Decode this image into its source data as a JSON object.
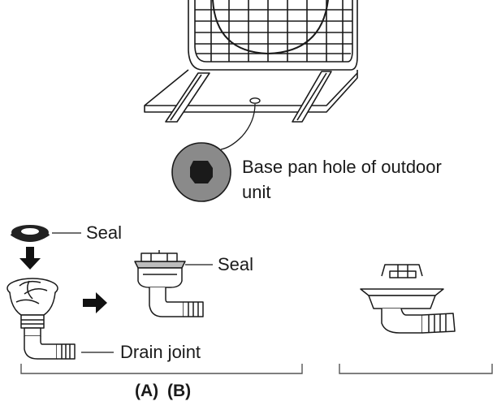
{
  "labels": {
    "base_pan_hole_line1": "Base pan hole of outdoor",
    "base_pan_hole_line2": "unit",
    "seal_top": "Seal",
    "seal_mid": "Seal",
    "drain_joint": "Drain joint",
    "group_a": "(A)",
    "group_b": "(B)"
  },
  "colors": {
    "line": "#1a1a1a",
    "hole_fill": "#8a8a8a",
    "hole_center": "#1a1a1a",
    "seal_ring": "#222222",
    "arrow": "#111111",
    "bracket": "#555555"
  },
  "icons": {
    "outdoor_unit": "outdoor-unit-base-drawing",
    "hole_zoom": "base-pan-hole-icon",
    "seal": "seal-ring-icon",
    "drain_joint": "drain-joint-icon",
    "assembled": "assembled-drain-joint-icon",
    "installed": "installed-drain-joint-icon",
    "arrow_down": "arrow-down-icon",
    "arrow_right": "arrow-right-icon"
  }
}
